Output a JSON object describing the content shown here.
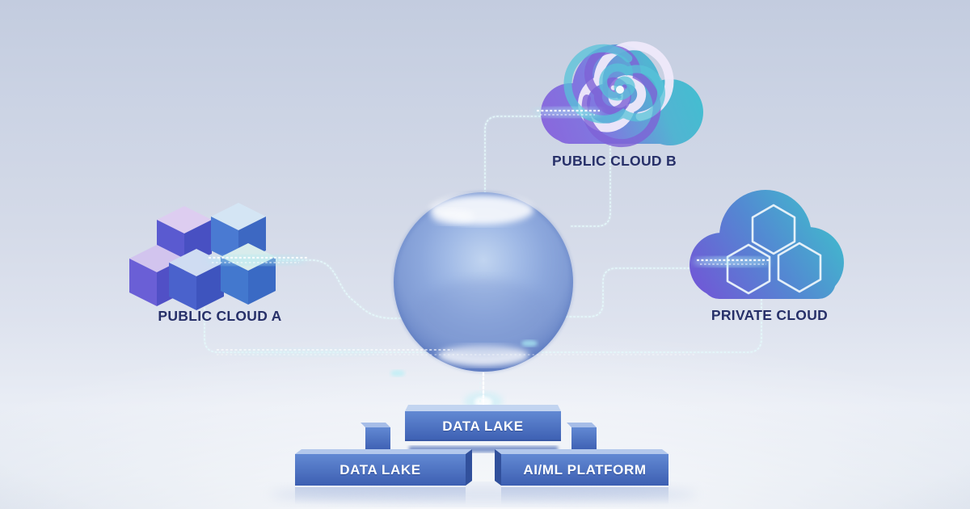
{
  "nodes": {
    "public_cloud_a": {
      "label": "PUBLIC CLOUD A",
      "icon": "isometric-cubes-icon"
    },
    "public_cloud_b": {
      "label": "PUBLIC CLOUD B",
      "icon": "swirl-cloud-icon"
    },
    "private_cloud": {
      "label": "PRIVATE CLOUD",
      "icon": "hexagon-cloud-icon"
    },
    "core_sphere": {
      "icon": "glass-sphere"
    }
  },
  "platforms": {
    "data_lake_top": {
      "label": "DATA LAKE"
    },
    "data_lake_front": {
      "label": "DATA LAKE"
    },
    "ai_ml_platform": {
      "label": "AI/ML PLATFORM"
    }
  },
  "connections": [
    {
      "from": "public_cloud_a",
      "to": "core_sphere",
      "style": "dotted-data-stream"
    },
    {
      "from": "public_cloud_b",
      "to": "core_sphere",
      "style": "dotted-data-stream"
    },
    {
      "from": "private_cloud",
      "to": "core_sphere",
      "style": "dotted-data-stream"
    },
    {
      "from": "public_cloud_a",
      "to": "private_cloud",
      "style": "dotted-data-stream"
    },
    {
      "from": "core_sphere",
      "to": "data_lake_top",
      "style": "dotted-data-stream"
    }
  ],
  "colors": {
    "background_top": "#c3ccdf",
    "background_floor": "#eef1f7",
    "label_text": "#273069",
    "bar_blue": "#4a6fc2",
    "bar_text": "#ffffff",
    "dotted_line": "#e4f8fb",
    "cloud_purple": "#7a5ed8",
    "cloud_teal": "#3bbcca",
    "sphere_blue": "#8aa6dc"
  }
}
